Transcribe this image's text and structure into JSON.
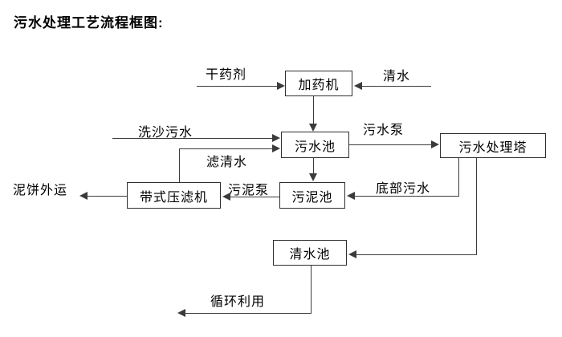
{
  "title": "污水处理工艺流程框图:",
  "nodes": {
    "dosing_machine": "加药机",
    "sewage_pool": "污水池",
    "treatment_tower": "污水处理塔",
    "sludge_pool": "污泥池",
    "belt_filter_press": "带式压滤机",
    "clean_water_pool": "清水池"
  },
  "flow_labels": {
    "dry_agent": "干药剂",
    "clean_water": "清水",
    "sand_washing_sewage": "洗沙污水",
    "filtered_water": "滤清水",
    "sewage_pump": "污水泵",
    "bottom_sewage": "底部污水",
    "sludge_pump": "污泥泵",
    "mud_cake_transport": "泥饼外运",
    "recycling": "循环利用"
  },
  "colors": {
    "line": "#3b3b3b",
    "box_border": "#2f2f2f",
    "text": "#000000",
    "background": "#ffffff"
  }
}
